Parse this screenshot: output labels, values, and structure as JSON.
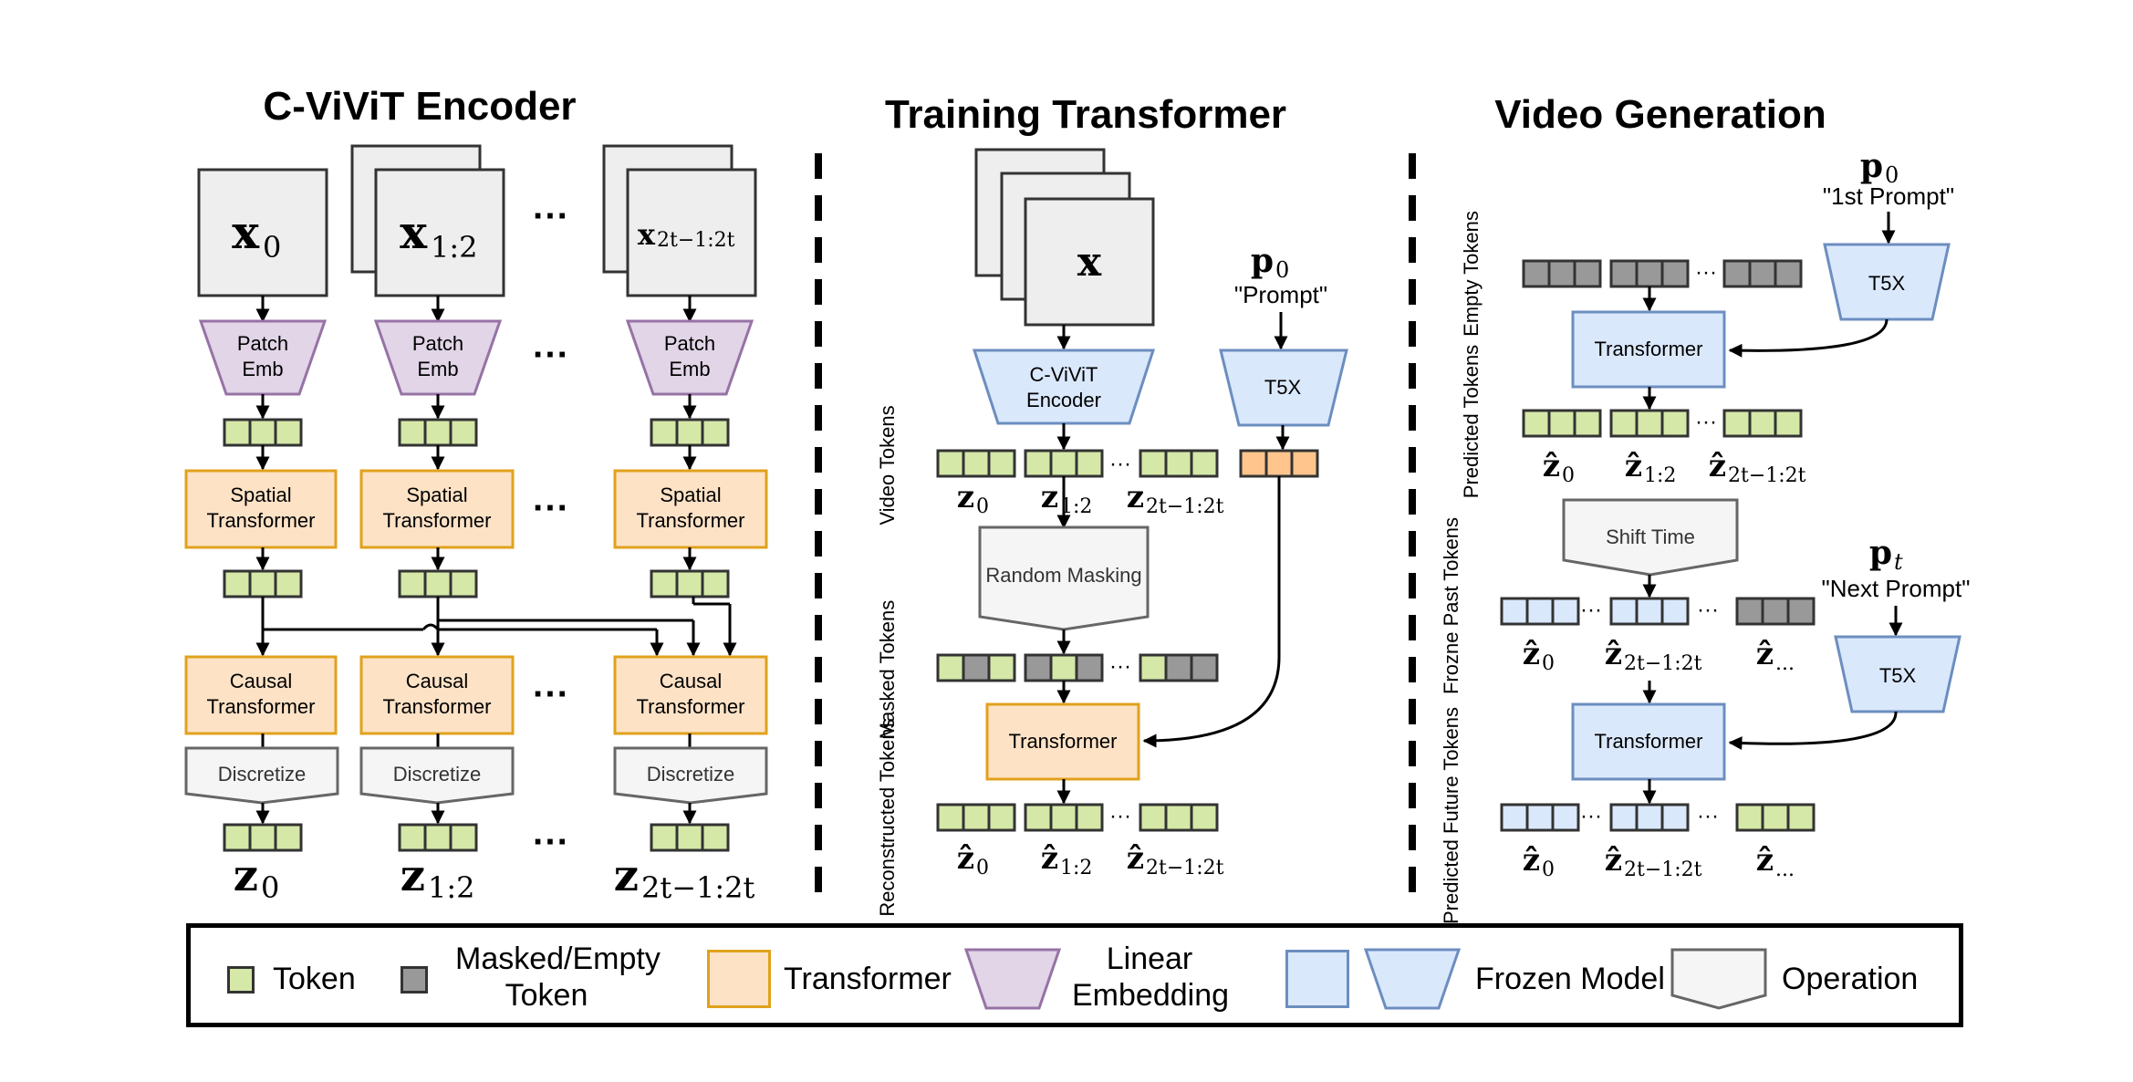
{
  "titles": {
    "encoder": "C-ViViT Encoder",
    "training": "Training Transformer",
    "generation": "Video Generation"
  },
  "encoder": {
    "inputs": [
      {
        "main": "x",
        "sub": "0"
      },
      {
        "main": "x",
        "sub": "1:2"
      },
      {
        "main": "x",
        "sub": "2t−1:2t"
      }
    ],
    "patch_emb": "Patch Emb",
    "spatial": "Spatial Transformer",
    "causal": "Causal Transformer",
    "discretize": "Discretize",
    "outputs": [
      {
        "main": "z",
        "sub": "0"
      },
      {
        "main": "z",
        "sub": "1:2"
      },
      {
        "main": "z",
        "sub": "2t−1:2t"
      }
    ],
    "ellipsis": "···"
  },
  "training": {
    "input": "x",
    "encoder": "C-ViViT Encoder",
    "prompt_symbol": {
      "main": "p",
      "sub": "0"
    },
    "prompt_text": "\"Prompt\"",
    "t5x": "T5X",
    "video_tokens_label": "Video Tokens",
    "video_tokens": [
      {
        "main": "z",
        "sub": "0"
      },
      {
        "main": "z",
        "sub": "1:2"
      },
      {
        "main": "z",
        "sub": "2t−1:2t"
      }
    ],
    "random_masking": "Random Masking",
    "masked_tokens_label": "Masked Tokens",
    "transformer": "Transformer",
    "reconstructed_label": "Reconstructed Tokens",
    "reconstructed": [
      {
        "main": "ẑ",
        "sub": "0"
      },
      {
        "main": "ẑ",
        "sub": "1:2"
      },
      {
        "main": "ẑ",
        "sub": "2t−1:2t"
      }
    ],
    "ellipsis": "···"
  },
  "generation": {
    "empty_tokens_label": "Empty Tokens",
    "prompt0_symbol": {
      "main": "p",
      "sub": "0"
    },
    "prompt0_text": "\"1st Prompt\"",
    "t5x": "T5X",
    "transformer": "Transformer",
    "predicted_label": "Predicted Tokens",
    "predicted": [
      {
        "main": "ẑ",
        "sub": "0"
      },
      {
        "main": "ẑ",
        "sub": "1:2"
      },
      {
        "main": "ẑ",
        "sub": "2t−1:2t"
      }
    ],
    "shift_time": "Shift Time",
    "frozen_past_label": "Frozne Past Tokens",
    "frozen_past": [
      {
        "main": "ẑ",
        "sub": "0"
      },
      {
        "main": "ẑ",
        "sub": "2t−1:2t"
      },
      {
        "main": "ẑ",
        "sub": "..."
      }
    ],
    "promptt_symbol": {
      "main": "p",
      "sub": "t"
    },
    "promptt_text": "\"Next Prompt\"",
    "future_label": "Predicted Future Tokens",
    "future": [
      {
        "main": "ẑ",
        "sub": "0"
      },
      {
        "main": "ẑ",
        "sub": "2t−1:2t"
      },
      {
        "main": "ẑ",
        "sub": "..."
      }
    ],
    "ellipsis": "···"
  },
  "legend": {
    "token": "Token",
    "masked": "Masked/Empty Token",
    "transformer": "Transformer",
    "linear": "Linear Embedding",
    "frozen": "Frozen Model",
    "operation": "Operation"
  },
  "colors": {
    "token_green": "#d5e8a8",
    "masked_gray": "#999999",
    "transformer_fill": "#fde2c6",
    "transformer_border": "#e0a21c",
    "linear_fill": "#e1d5e7",
    "linear_border": "#9673a6",
    "frozen_fill": "#dae8fc",
    "frozen_border": "#6c8ebf",
    "operation_fill": "#f5f5f5",
    "operation_border": "#666666",
    "orange_token": "#ffc58d"
  }
}
